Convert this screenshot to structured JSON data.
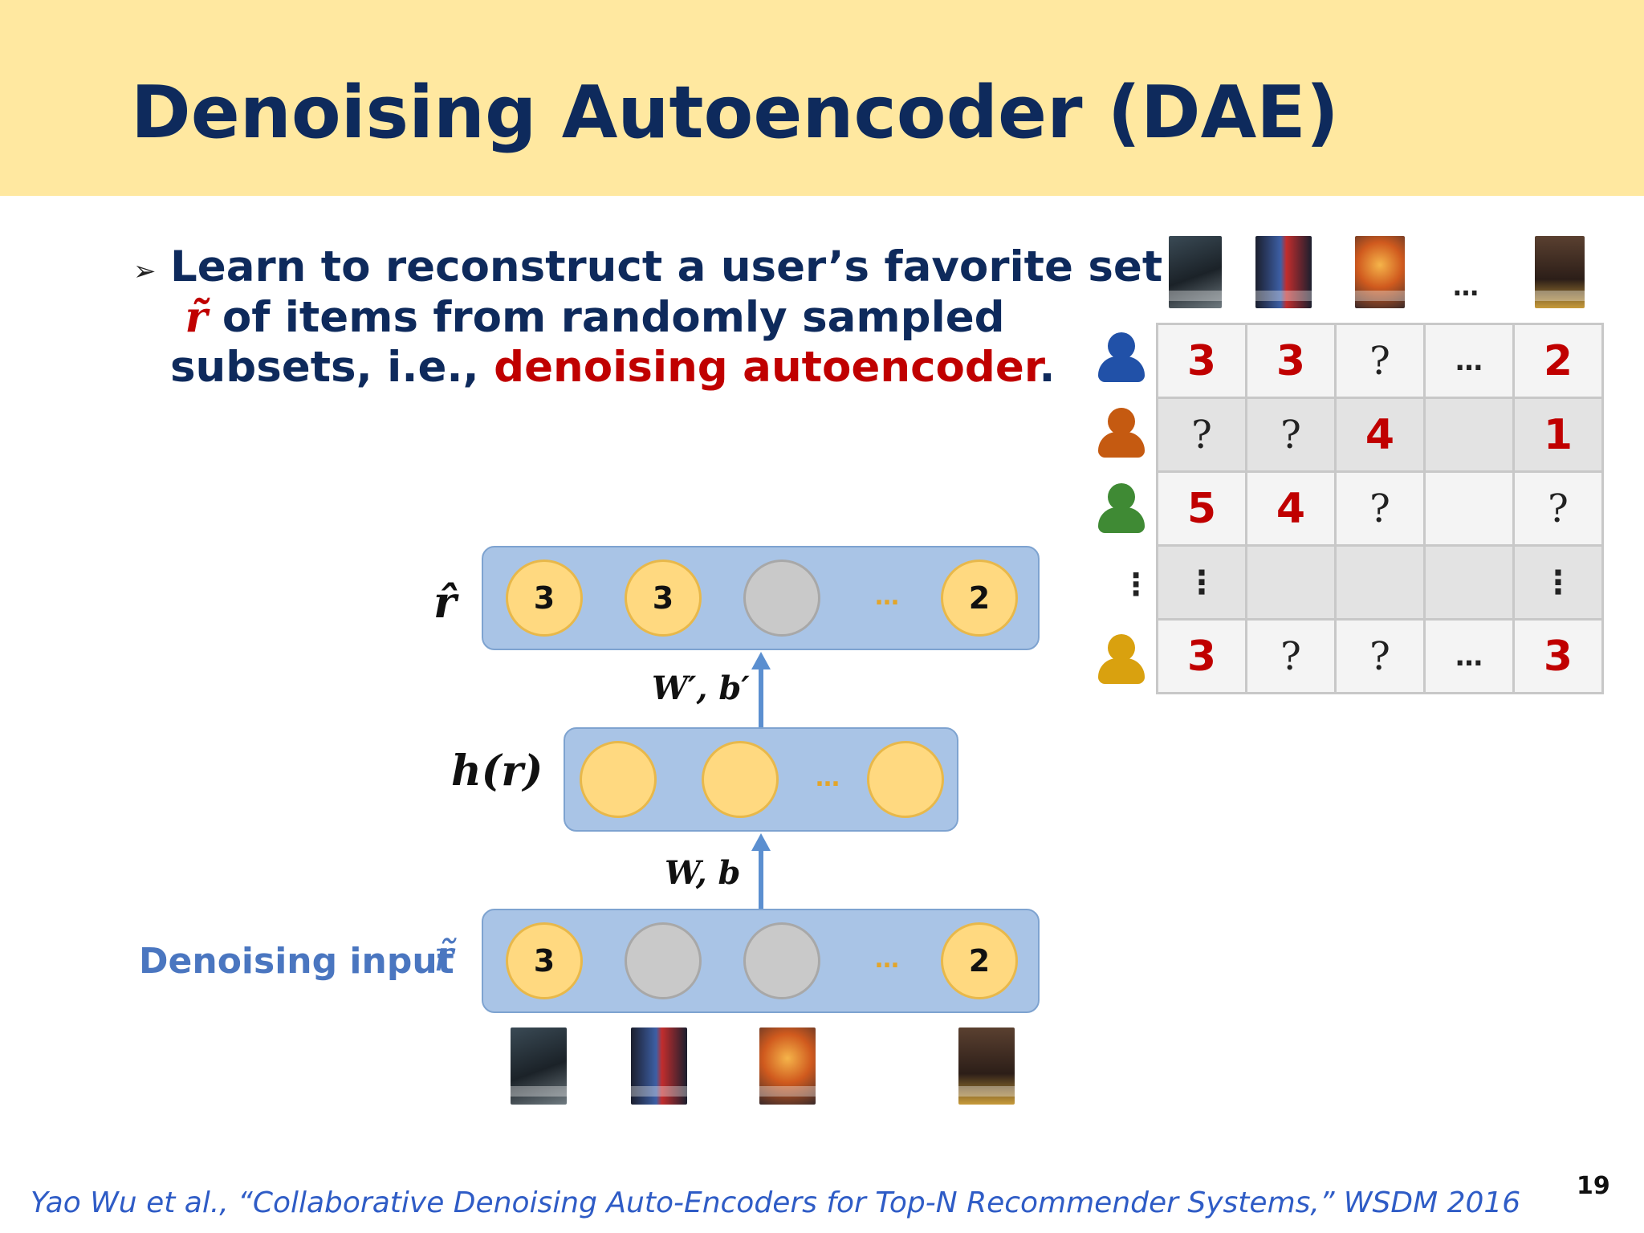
{
  "slide": {
    "title": "Denoising Autoencoder (DAE)",
    "bullet": {
      "line1": "Learn to reconstruct a user’s favorite set",
      "symbol": "r̃",
      "line2_rest": " of items from randomly sampled",
      "line3_start": "subsets, i.e., ",
      "line3_highlight": "denoising autoencoder",
      "line3_end": "."
    },
    "diagram": {
      "output_label": "r̂",
      "hidden_label": "h(r)",
      "top_weights": "W′, b′",
      "bottom_weights": "W, b",
      "input_label": "Denoising input",
      "input_symbol": "r̃",
      "output_nodes": [
        "3",
        "3",
        "",
        "2"
      ],
      "input_nodes": [
        "3",
        "",
        "",
        "2"
      ],
      "ellipsis": "…"
    },
    "matrix": {
      "header_ellipsis": "…",
      "row_ellipsis": "⋮",
      "rows": [
        [
          "3",
          "3",
          "?",
          "…",
          "2"
        ],
        [
          "?",
          "?",
          "4",
          "",
          "1"
        ],
        [
          "5",
          "4",
          "?",
          "",
          "?"
        ],
        [
          "⋮",
          "",
          "",
          "",
          "⋮"
        ],
        [
          "3",
          "?",
          "?",
          "…",
          "3"
        ]
      ]
    },
    "user_colors": [
      "#2151a8",
      "#c55a11",
      "#3f8a34",
      "#d9a10f"
    ],
    "citation": "Yao Wu et al., “Collaborative Denoising Auto-Encoders for Top-N Recommender Systems,” WSDM 2016",
    "page_number": "19"
  }
}
